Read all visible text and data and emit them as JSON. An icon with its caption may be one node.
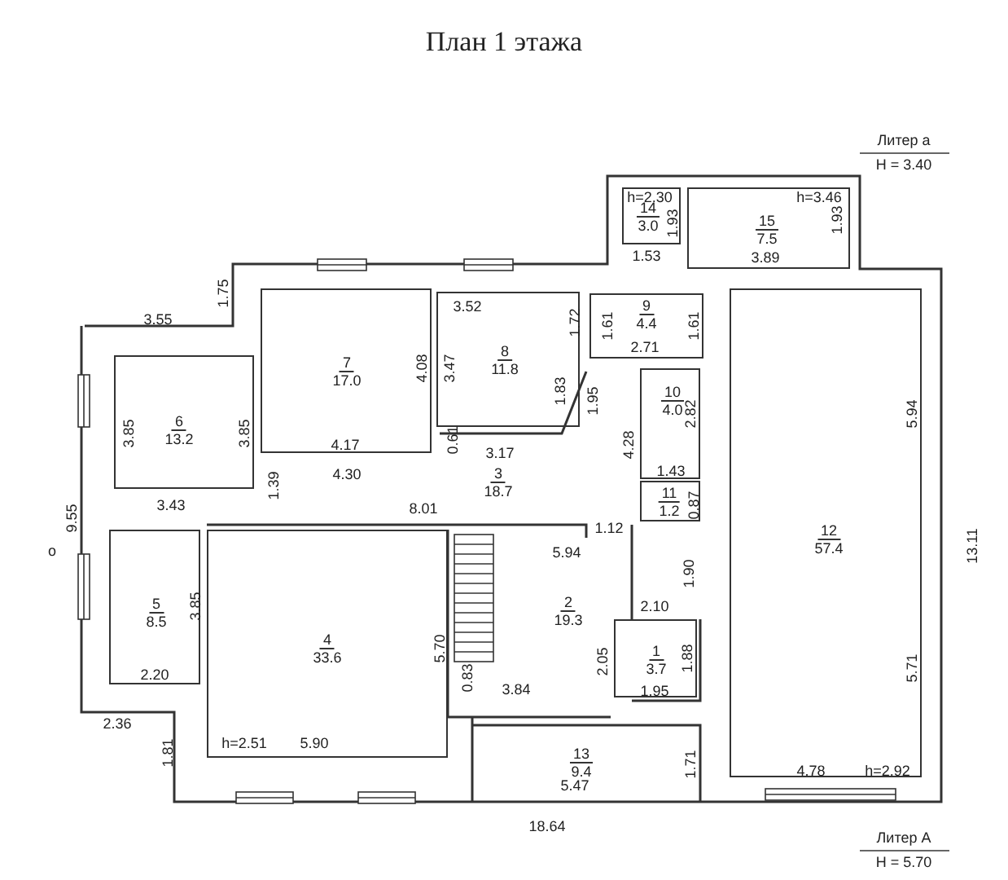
{
  "diagram": {
    "title": "План 1 этажа",
    "nodes": [
      {
        "text": [
          "14",
          "3.0"
        ]
      },
      {
        "text": [
          "15",
          "7.5"
        ]
      },
      {
        "text": [
          "7",
          "17.0"
        ]
      },
      {
        "text": [
          "8",
          "11.8"
        ]
      },
      {
        "text": [
          "9",
          "4.4"
        ]
      },
      {
        "text": [
          "6",
          "13.2"
        ]
      },
      {
        "text": [
          "10",
          "4.0"
        ]
      },
      {
        "text": [
          "3",
          "18.7"
        ]
      },
      {
        "text": [
          "11",
          "1.2"
        ]
      },
      {
        "text": [
          "12",
          "57.4"
        ]
      },
      {
        "text": [
          "5",
          "8.5"
        ]
      },
      {
        "text": [
          "4",
          "33.6"
        ]
      },
      {
        "text": [
          "2",
          "19.3"
        ]
      },
      {
        "text": [
          "1",
          "3.7"
        ]
      },
      {
        "text": [
          "13",
          "9.4"
        ]
      }
    ],
    "labels": [
      "Литер а",
      "H = 3.40",
      "h=2.30",
      "h=3.46",
      "1.93",
      "1.93",
      "1.53",
      "3.89",
      "1.75",
      "3.52",
      "3.55",
      "1.72",
      "1.61",
      "1.61",
      "2.71",
      "4.08",
      "3.47",
      "1.83",
      "1.95",
      "2.82",
      "5.94",
      "3.85",
      "3.85",
      "4.17",
      "0.61",
      "3.17",
      "4.28",
      "4.30",
      "1.43",
      "1.39",
      "0.87",
      "3.43",
      "8.01",
      "9.55",
      "1.12",
      "13.11",
      "5.94",
      "1.90",
      "3.85",
      "2.10",
      "5.70",
      "2.05",
      "1.88",
      "5.71",
      "2.20",
      "0.83",
      "3.84",
      "1.95",
      "2.36",
      "1.81",
      "h=2.51",
      "5.90",
      "1.71",
      "4.78",
      "h=2.92",
      "5.47",
      "18.64",
      "Литер А",
      "H = 5.70",
      "о"
    ]
  }
}
